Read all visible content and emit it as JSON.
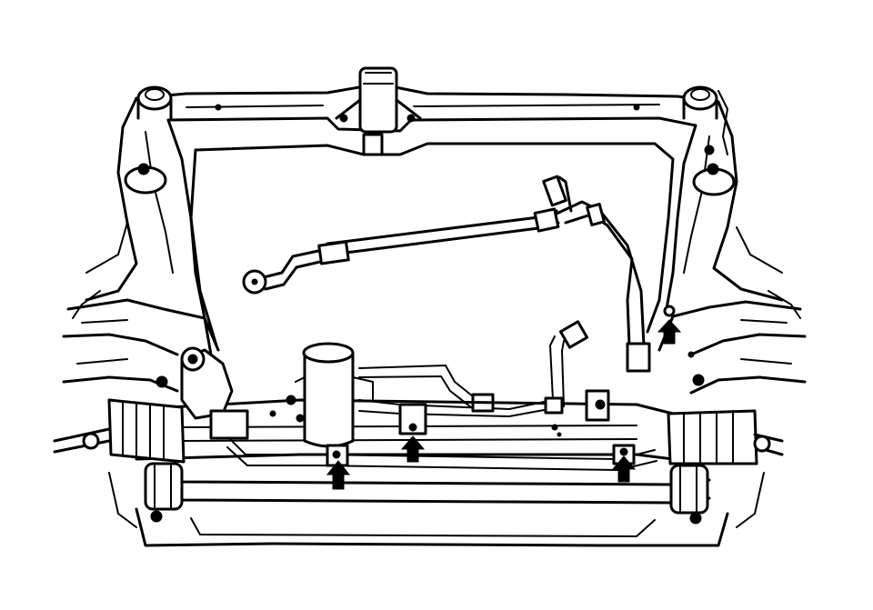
{
  "diagram": {
    "colors": {
      "line": "#000000",
      "background": "#ffffff"
    },
    "arrows": [
      {
        "name": "arrow-right-upper-mount",
        "direction": "up"
      },
      {
        "name": "arrow-rack-clamp-left",
        "direction": "up"
      },
      {
        "name": "arrow-rack-clamp-center",
        "direction": "up"
      },
      {
        "name": "arrow-rack-clamp-right",
        "direction": "up"
      }
    ]
  }
}
